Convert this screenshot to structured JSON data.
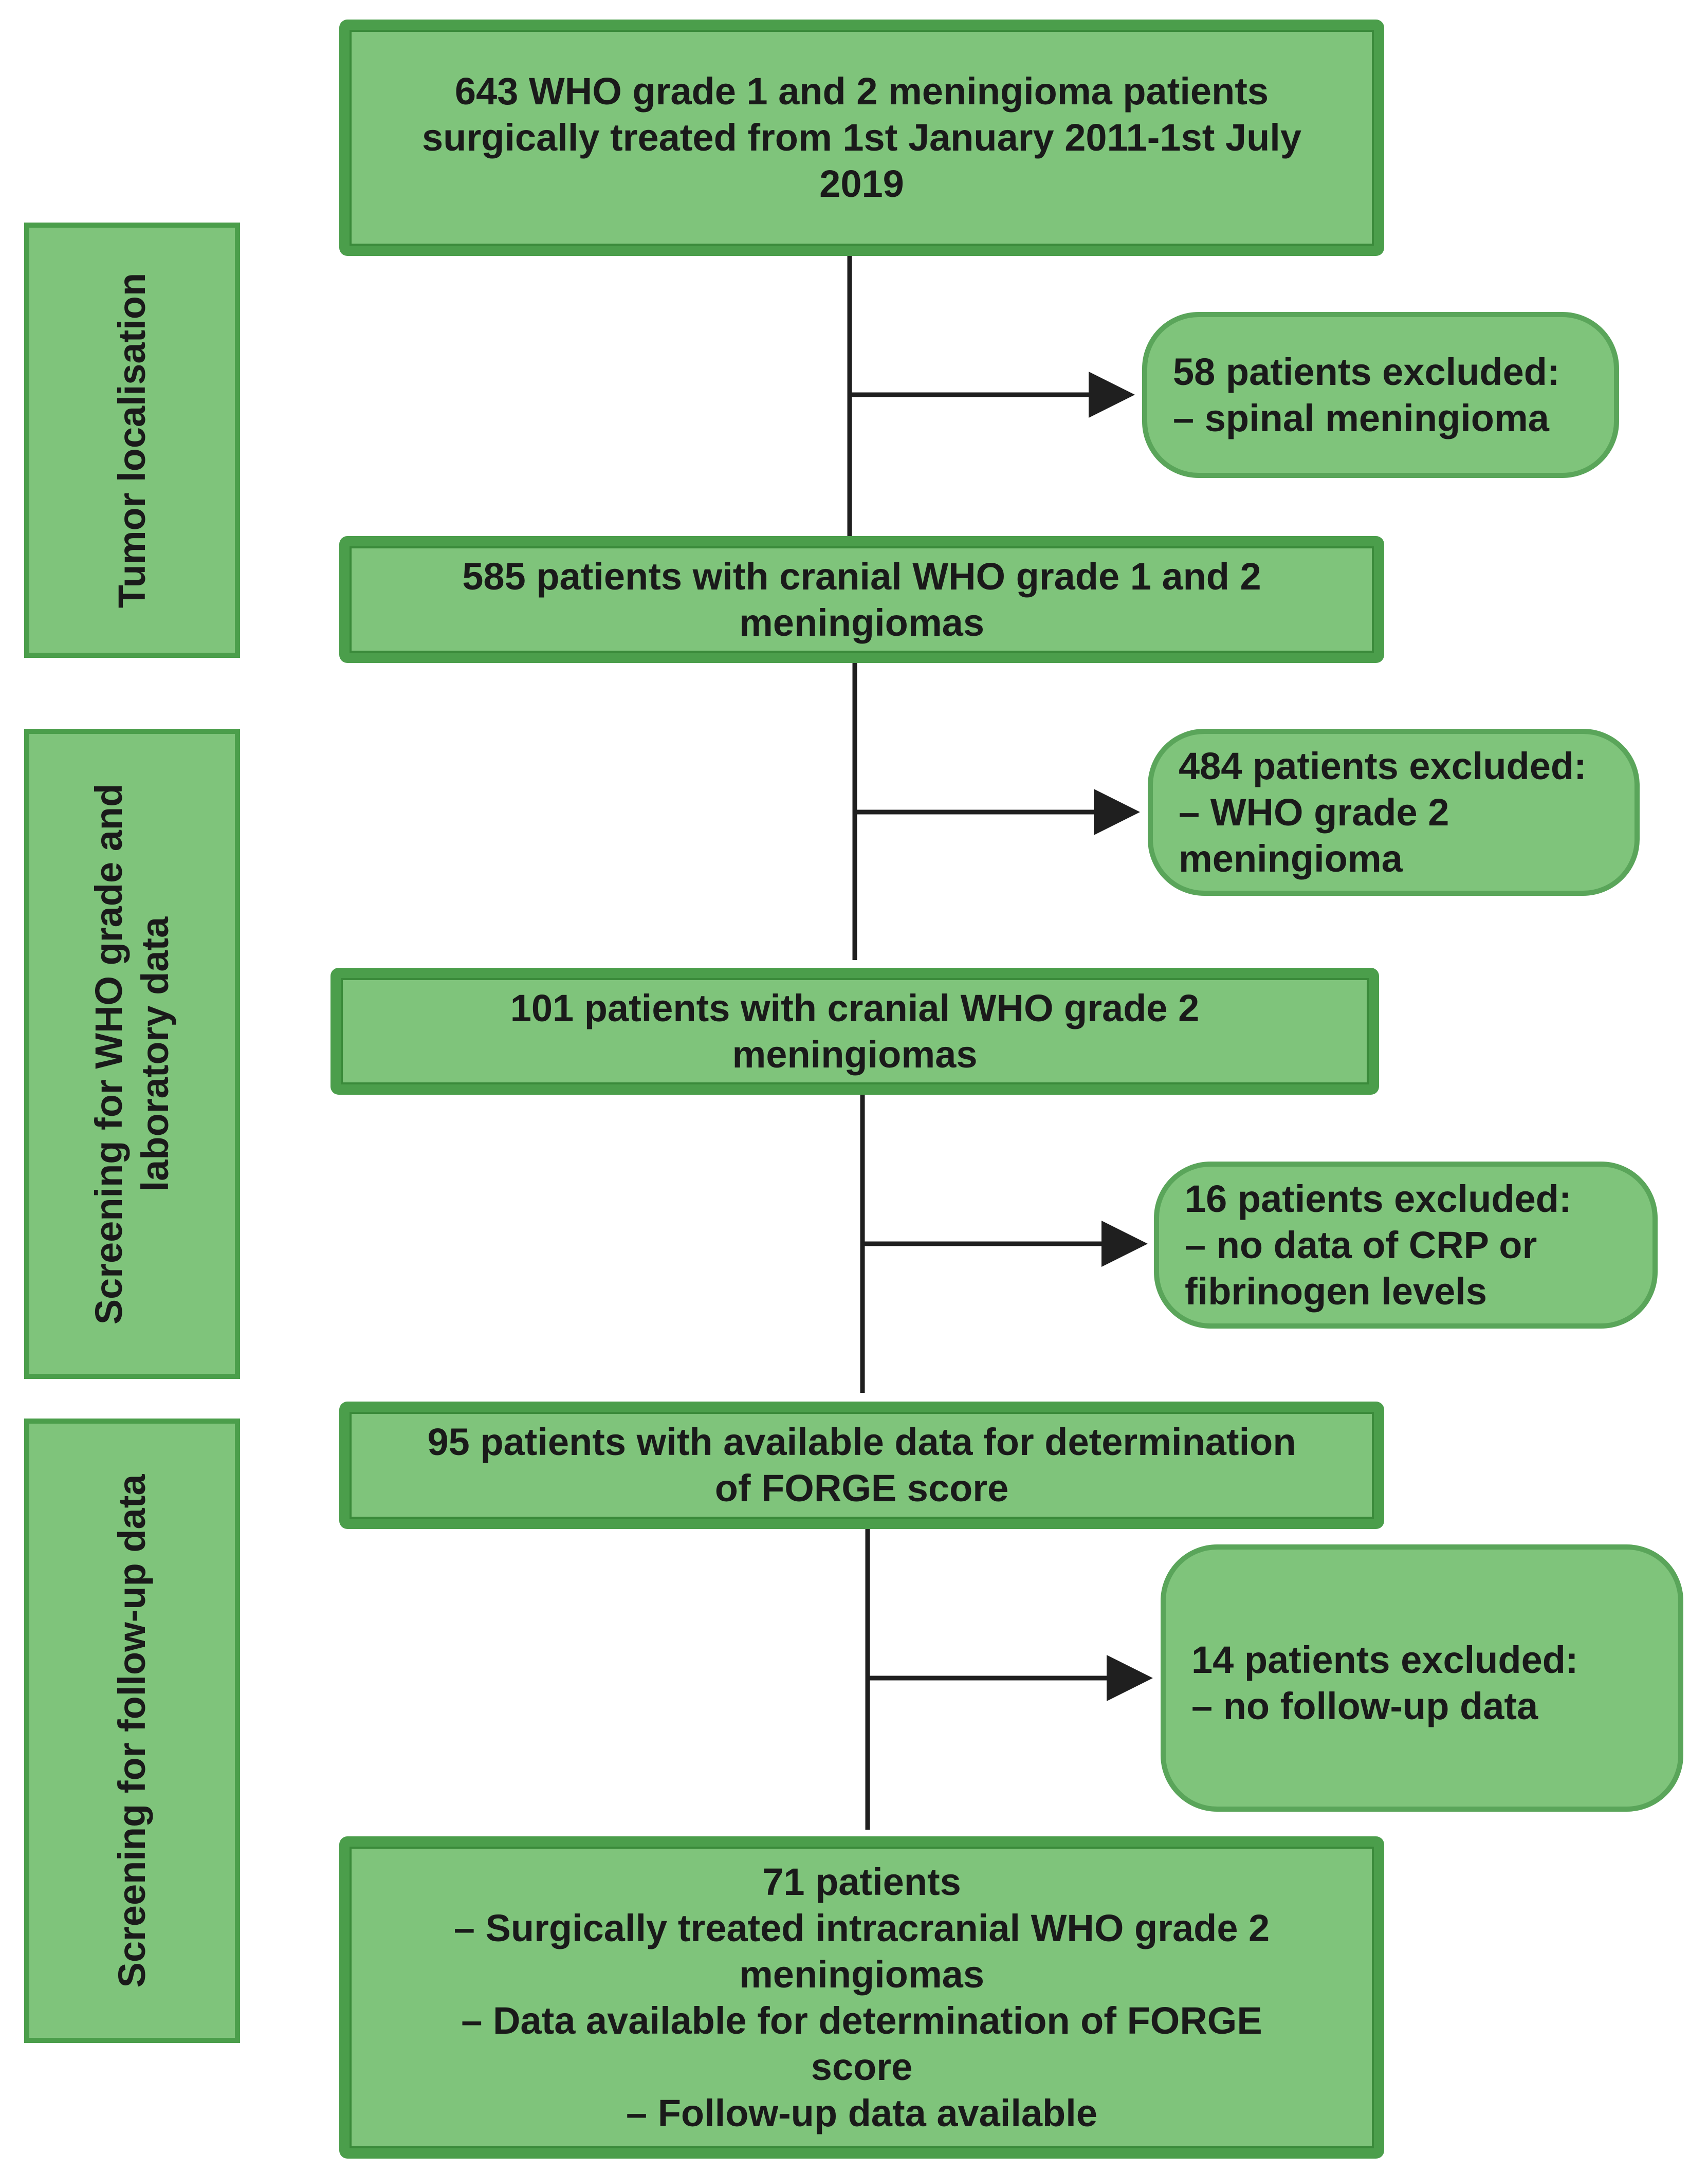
{
  "colors": {
    "box_fill": "#7fc47b",
    "box_border": "#4b9e4b",
    "line": "#1f1f1f",
    "text": "#1a1a1a"
  },
  "phases": [
    {
      "lines": [
        "Tumor localisation"
      ]
    },
    {
      "lines": [
        "Screening for WHO grade and",
        "laboratory data"
      ]
    },
    {
      "lines": [
        "Screening for follow-up data"
      ]
    }
  ],
  "main_boxes": [
    {
      "lines": [
        "643 WHO grade 1 and 2 meningioma patients",
        "surgically treated from 1st January 2011-1st July",
        "2019"
      ]
    },
    {
      "lines": [
        "585 patients with cranial WHO grade 1 and 2",
        "meningiomas"
      ]
    },
    {
      "lines": [
        "101 patients with cranial WHO grade 2",
        "meningiomas"
      ]
    },
    {
      "lines": [
        "95 patients with available data for determination",
        "of FORGE score"
      ]
    },
    {
      "lines": [
        "71 patients",
        "– Surgically treated intracranial WHO grade 2",
        "meningiomas",
        "– Data available for determination of FORGE",
        "score",
        "– Follow-up data available"
      ]
    }
  ],
  "exclusions": [
    {
      "lines": [
        "58 patients excluded:",
        "– spinal meningioma"
      ]
    },
    {
      "lines": [
        "484 patients excluded:",
        "– WHO grade 2",
        "meningioma"
      ]
    },
    {
      "lines": [
        "16 patients excluded:",
        "– no data of CRP or",
        "fibrinogen levels"
      ]
    },
    {
      "lines": [
        "14 patients excluded:",
        "– no follow-up data"
      ]
    }
  ]
}
